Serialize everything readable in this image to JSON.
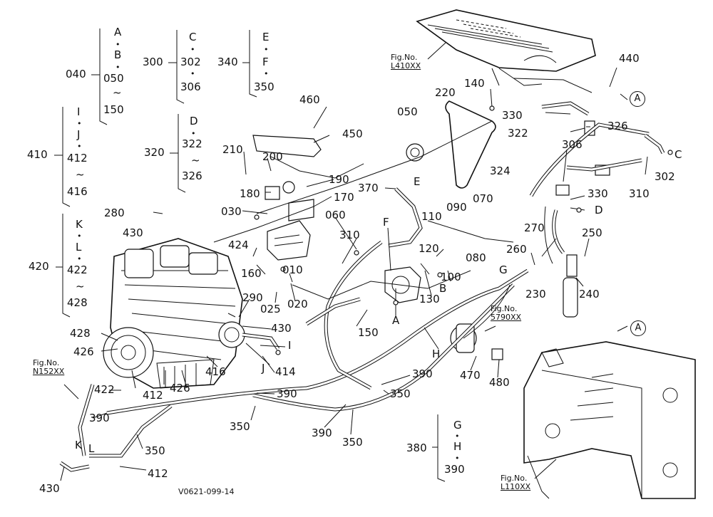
{
  "groups": [
    {
      "id": "g040",
      "start": "040",
      "letters": [
        "A",
        "B"
      ],
      "items": [
        "050",
        "150"
      ]
    },
    {
      "id": "g300",
      "start": "300",
      "letters": [
        "C"
      ],
      "items": [
        "302",
        "306"
      ]
    },
    {
      "id": "g340",
      "start": "340",
      "letters": [
        "E",
        "F"
      ],
      "items": [
        "350"
      ]
    },
    {
      "id": "g410",
      "start": "410",
      "letters": [
        "I",
        "J"
      ],
      "items": [
        "412",
        "416"
      ]
    },
    {
      "id": "g320",
      "start": "320",
      "letters": [
        "D"
      ],
      "items": [
        "322",
        "326"
      ]
    },
    {
      "id": "g420",
      "start": "420",
      "letters": [
        "K",
        "L"
      ],
      "items": [
        "422",
        "428"
      ]
    },
    {
      "id": "g380",
      "start": "380",
      "letters": [
        "G",
        "H"
      ],
      "items": [
        "390"
      ]
    }
  ],
  "dot": "•",
  "tilde": "~",
  "figrefs": [
    {
      "id": "l410",
      "label": "Fig.No.",
      "value": "L410XX"
    },
    {
      "id": "5790",
      "label": "Fig.No.",
      "value": "5790XX"
    },
    {
      "id": "n152",
      "label": "Fig.No.",
      "value": "N152XX"
    },
    {
      "id": "l110",
      "label": "Fig.No.",
      "value": "L110XX"
    }
  ],
  "refcircle": "A",
  "labels": {
    "p440": "440",
    "p140": "140",
    "p220": "220",
    "p050": "050",
    "p330a": "330",
    "p322": "322",
    "p326": "326",
    "p306": "306",
    "pC": "C",
    "p302": "302",
    "p310a": "310",
    "p460": "460",
    "p450": "450",
    "p210": "210",
    "p200": "200",
    "p190": "190",
    "p180": "180",
    "p370": "370",
    "pE": "E",
    "p324": "324",
    "p330b": "330",
    "pD": "D",
    "p170": "170",
    "p030": "030",
    "p280": "280",
    "p430a": "430",
    "p060": "060",
    "pF": "F",
    "p110": "110",
    "p090": "090",
    "p070": "070",
    "p270": "270",
    "p250": "250",
    "p424": "424",
    "p310b": "310",
    "p120": "120",
    "p080": "080",
    "p260": "260",
    "p160": "160",
    "p010": "010",
    "pG": "G",
    "p100": "100",
    "pB": "B",
    "p230": "230",
    "p240": "240",
    "p025": "025",
    "p020": "020",
    "p130": "130",
    "pA": "A",
    "p290": "290",
    "p430b": "430",
    "p150": "150",
    "p428": "428",
    "pI": "I",
    "pH": "H",
    "p426a": "426",
    "pJ": "J",
    "p414": "414",
    "p416": "416",
    "p470": "470",
    "p480": "480",
    "p390a": "390",
    "p350a": "350",
    "p422": "422",
    "p412a": "412",
    "p426b": "426",
    "p390b": "390",
    "p390c": "390",
    "p350b": "350",
    "p390d": "390",
    "p350c": "350",
    "pK": "K",
    "pL": "L",
    "p350d": "350",
    "p412b": "412",
    "p430c": "430"
  },
  "footer": "V0621-099-14"
}
